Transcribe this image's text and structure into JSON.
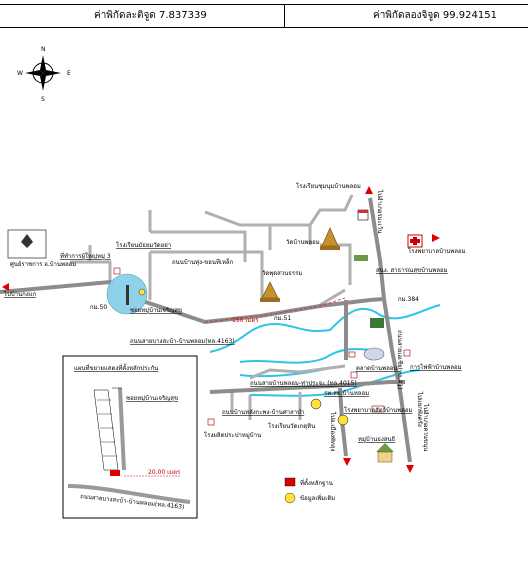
{
  "header": {
    "latitude_label": "ค่าพิกัดละติจูด 7.837339",
    "longitude_label": "ค่าพิกัดลองจิจูด 99.924151"
  },
  "compass": {
    "n": "N",
    "s": "S",
    "e": "E",
    "w": "W"
  },
  "labels": {
    "school": "โรงเรียนชุมนุมบ้านพลอม",
    "ramwai_rd": "ไปอำเภอรมะเว้น",
    "wat_phloem": "วัดบ้านพลอม",
    "hospital": "โรงพยาบาลบ้านพลอม",
    "hosp_station": "สนง. สาธารณสุขบ้านพลอม",
    "km384": "กม.384",
    "district_office": "ศูนย์ราชการ อ.บ้านพลอม",
    "to_pakphaeng": "ไปบ้านกงแก",
    "village_ofc": "ที่ทำการผู้ใหญ่หมู่ 3",
    "village_school": "โรงเรียนมัธยมวัดอย่า",
    "road_village": "ถนนบ้านทุ่ง-ขอนทีเหล็ก",
    "wat_suan": "วัดพุดสวนธรรม",
    "km50": "กม.50",
    "km51": "กม.51",
    "soi_label": "ซอยหมู่บ้านเจริญสุข",
    "road_main": "ถนนสายบางสะบ้า-บ้านพลอม(ทล.4163)",
    "dist_150": "150 เมตร",
    "market": "ตลาดบ้านพลอม",
    "road_side": "ถนนสายเอเชีย(ทล.41)",
    "fresh_market": "การไฟฟ้าบ้านพลอม",
    "road_second": "ถนนสายบ้านพลอม-ท่าประจะ (ทล.4015)",
    "sub_office": "รพ.สต.บ้านหลอม",
    "road_soi": "ถนนบ้านหลังกะพง-บ้านศาลาบำ",
    "clinic": "โรงพยาบาลสัตว์บ้านพลอม",
    "to_bangthrong": "ไปแยกพังตรัง",
    "wat_school2": "โรงเรียนวัดเกตุหิน",
    "to_phatthalung": "ไปอ.เมืองพัทลุง",
    "village_water": "โรงผลิตประปาหมู่บ้าน",
    "village_area": "หมู่บ้านธงสนธิ",
    "to_trang": "ไปอำเภอควนขนุน",
    "legend_red": "ที่ตั้งหลักฐาน",
    "legend_yellow": "ข้อมูลเพิ่มเติม",
    "inset_title": "แผนที่ขยายแสดงที่ตั้งหลักประกัน",
    "inset_soi": "ซอยหมู่บ้านเจริญสุข",
    "inset_dist": "20.00 เมตร",
    "inset_road": "ถนนสายบางสะบ้า-บ้านพลอม(ทล.4163)"
  }
}
